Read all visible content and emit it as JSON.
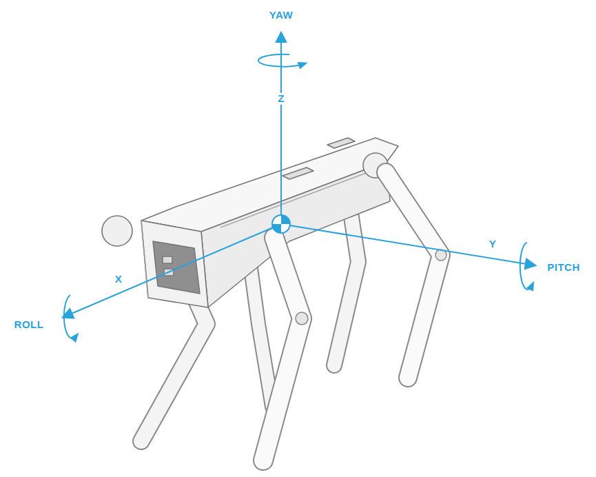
{
  "diagram": {
    "labels": [
      "YAW",
      "Z",
      "Y",
      "PITCH",
      "X",
      "ROLL"
    ]
  }
}
